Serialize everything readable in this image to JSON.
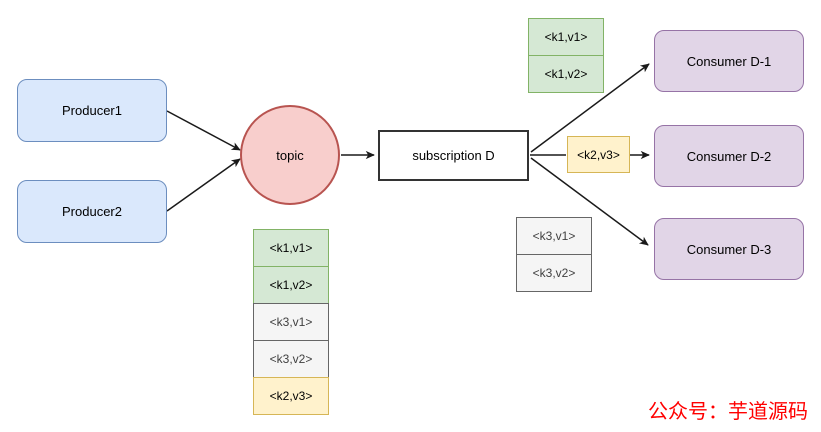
{
  "palette": {
    "blue_fill": "#dae8fc",
    "blue_border": "#6c8ebf",
    "pink_fill": "#f8cecc",
    "pink_border": "#b85450",
    "purple_fill": "#e1d5e7",
    "purple_border": "#9673a6",
    "green_fill": "#d5e8d4",
    "green_border": "#82b366",
    "yellow_fill": "#fff2cc",
    "yellow_border": "#d6b656",
    "gray_fill": "#f5f5f5",
    "gray_border": "#666666",
    "plain_fill": "#ffffff",
    "plain_border": "#333333",
    "arrow": "#1a1a1a",
    "watermark_red": "#ff0000"
  },
  "diagram": {
    "producers": [
      {
        "label": "Producer1"
      },
      {
        "label": "Producer2"
      }
    ],
    "topic": {
      "label": "topic"
    },
    "subscription": {
      "label": "subscription D"
    },
    "consumers": [
      {
        "label": "Consumer D-1"
      },
      {
        "label": "Consumer D-2"
      },
      {
        "label": "Consumer D-3"
      }
    ],
    "queues": {
      "topic_backlog": [
        {
          "label": "<k1,v1>",
          "color": "green"
        },
        {
          "label": "<k1,v2>",
          "color": "green"
        },
        {
          "label": "<k3,v1>",
          "color": "gray"
        },
        {
          "label": "<k3,v2>",
          "color": "gray"
        },
        {
          "label": "<k2,v3>",
          "color": "yellow"
        }
      ],
      "consumer_d1": [
        {
          "label": "<k1,v1>",
          "color": "green"
        },
        {
          "label": "<k1,v2>",
          "color": "green"
        }
      ],
      "consumer_d2": [
        {
          "label": "<k2,v3>",
          "color": "yellow"
        }
      ],
      "consumer_d3": [
        {
          "label": "<k3,v1>",
          "color": "gray"
        },
        {
          "label": "<k3,v2>",
          "color": "gray"
        }
      ]
    }
  },
  "watermark": {
    "text": "公众号：芋道源码"
  }
}
